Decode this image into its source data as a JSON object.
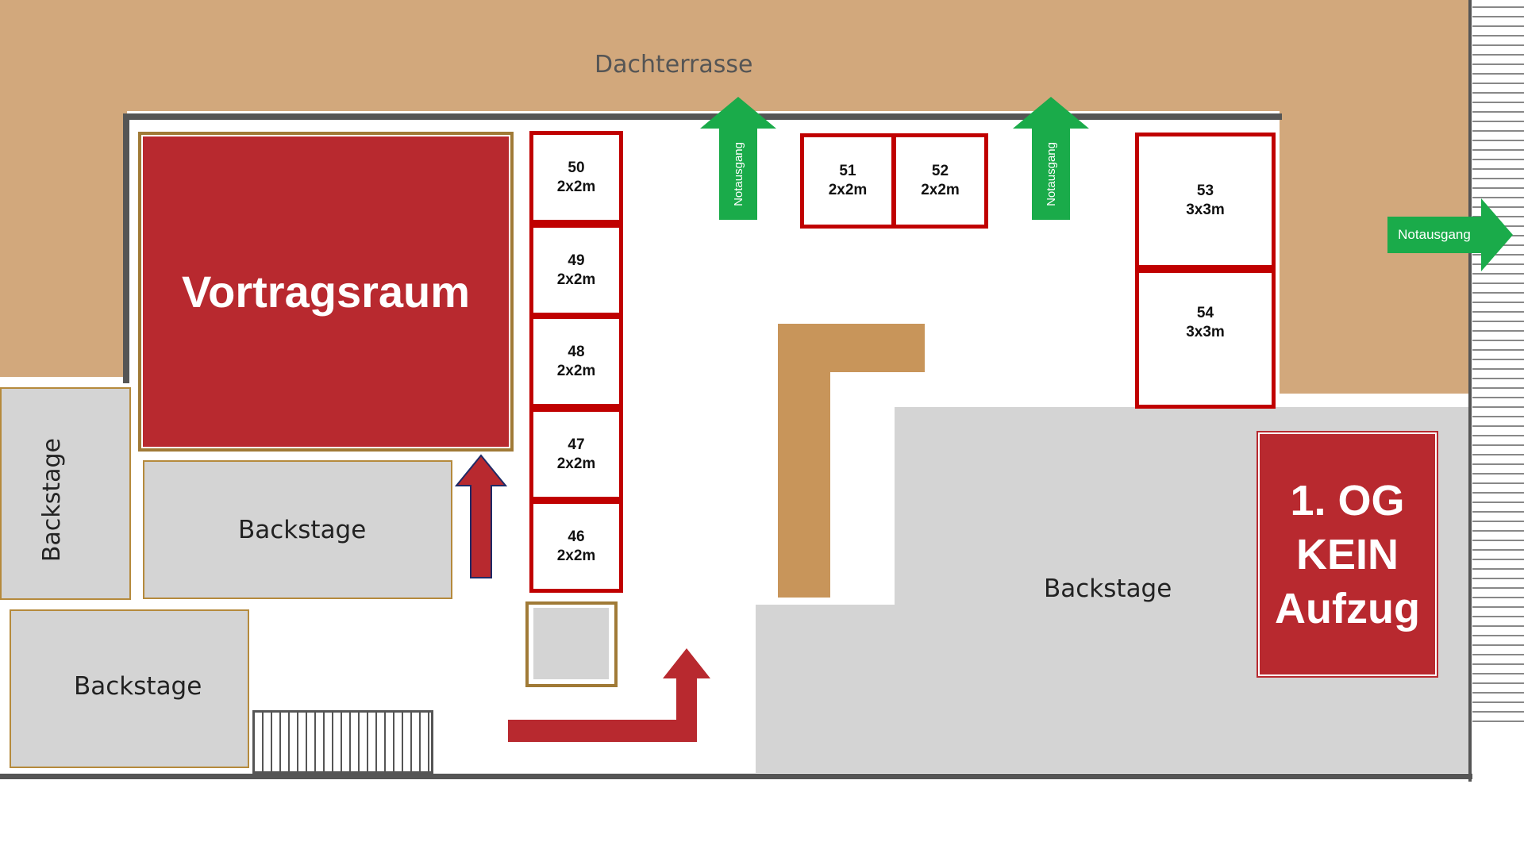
{
  "terrace_label": "Dachterrasse",
  "lecture_room": {
    "label": "Vortragsraum"
  },
  "backstage_label": "Backstage",
  "booths": [
    {
      "number": "50",
      "size": "2x2m"
    },
    {
      "number": "49",
      "size": "2x2m"
    },
    {
      "number": "48",
      "size": "2x2m"
    },
    {
      "number": "47",
      "size": "2x2m"
    },
    {
      "number": "46",
      "size": "2x2m"
    },
    {
      "number": "51",
      "size": "2x2m"
    },
    {
      "number": "52",
      "size": "2x2m"
    },
    {
      "number": "53",
      "size": "3x3m"
    },
    {
      "number": "54",
      "size": "3x3m"
    }
  ],
  "exit_label": "Notausgang",
  "floor_notice": {
    "line1": "1. OG",
    "line2": "KEIN",
    "line3": "Aufzug"
  },
  "colors": {
    "terrace": "#d2a87c",
    "room": "#b8292f",
    "booth_border": "#c00000",
    "exit": "#1aab4a",
    "backstage": "#d4d4d4",
    "counter": "#c8955a",
    "direction_arrow": "#b8292f"
  }
}
